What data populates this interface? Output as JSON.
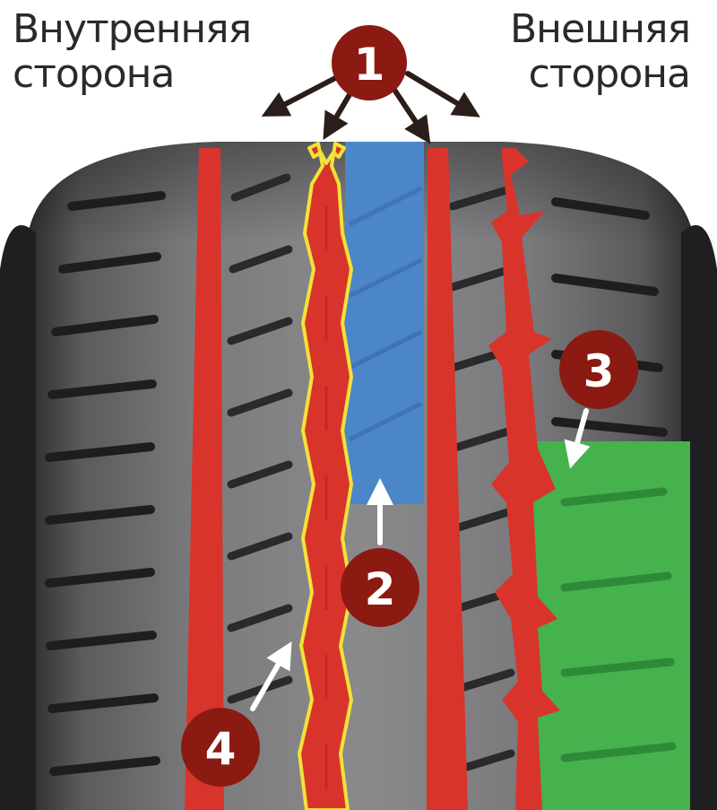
{
  "labels": {
    "inner_side_line1": "Внутренняя",
    "inner_side_line2": "сторона",
    "outer_side_line1": "Внешняя",
    "outer_side_line2": "сторона"
  },
  "badges": [
    {
      "id": "1",
      "text": "1"
    },
    {
      "id": "2",
      "text": "2"
    },
    {
      "id": "3",
      "text": "3"
    },
    {
      "id": "4",
      "text": "4"
    }
  ],
  "colors": {
    "tread": "#6e6e70",
    "groove_red": "#d9342b",
    "blue_zone": "#4a86c8",
    "green_zone": "#45b24e",
    "yellow_outline": "#f2e23a",
    "badge": "#8b1a12",
    "arrow_dark": "#2a1d1a",
    "arrow_white": "#ffffff"
  }
}
